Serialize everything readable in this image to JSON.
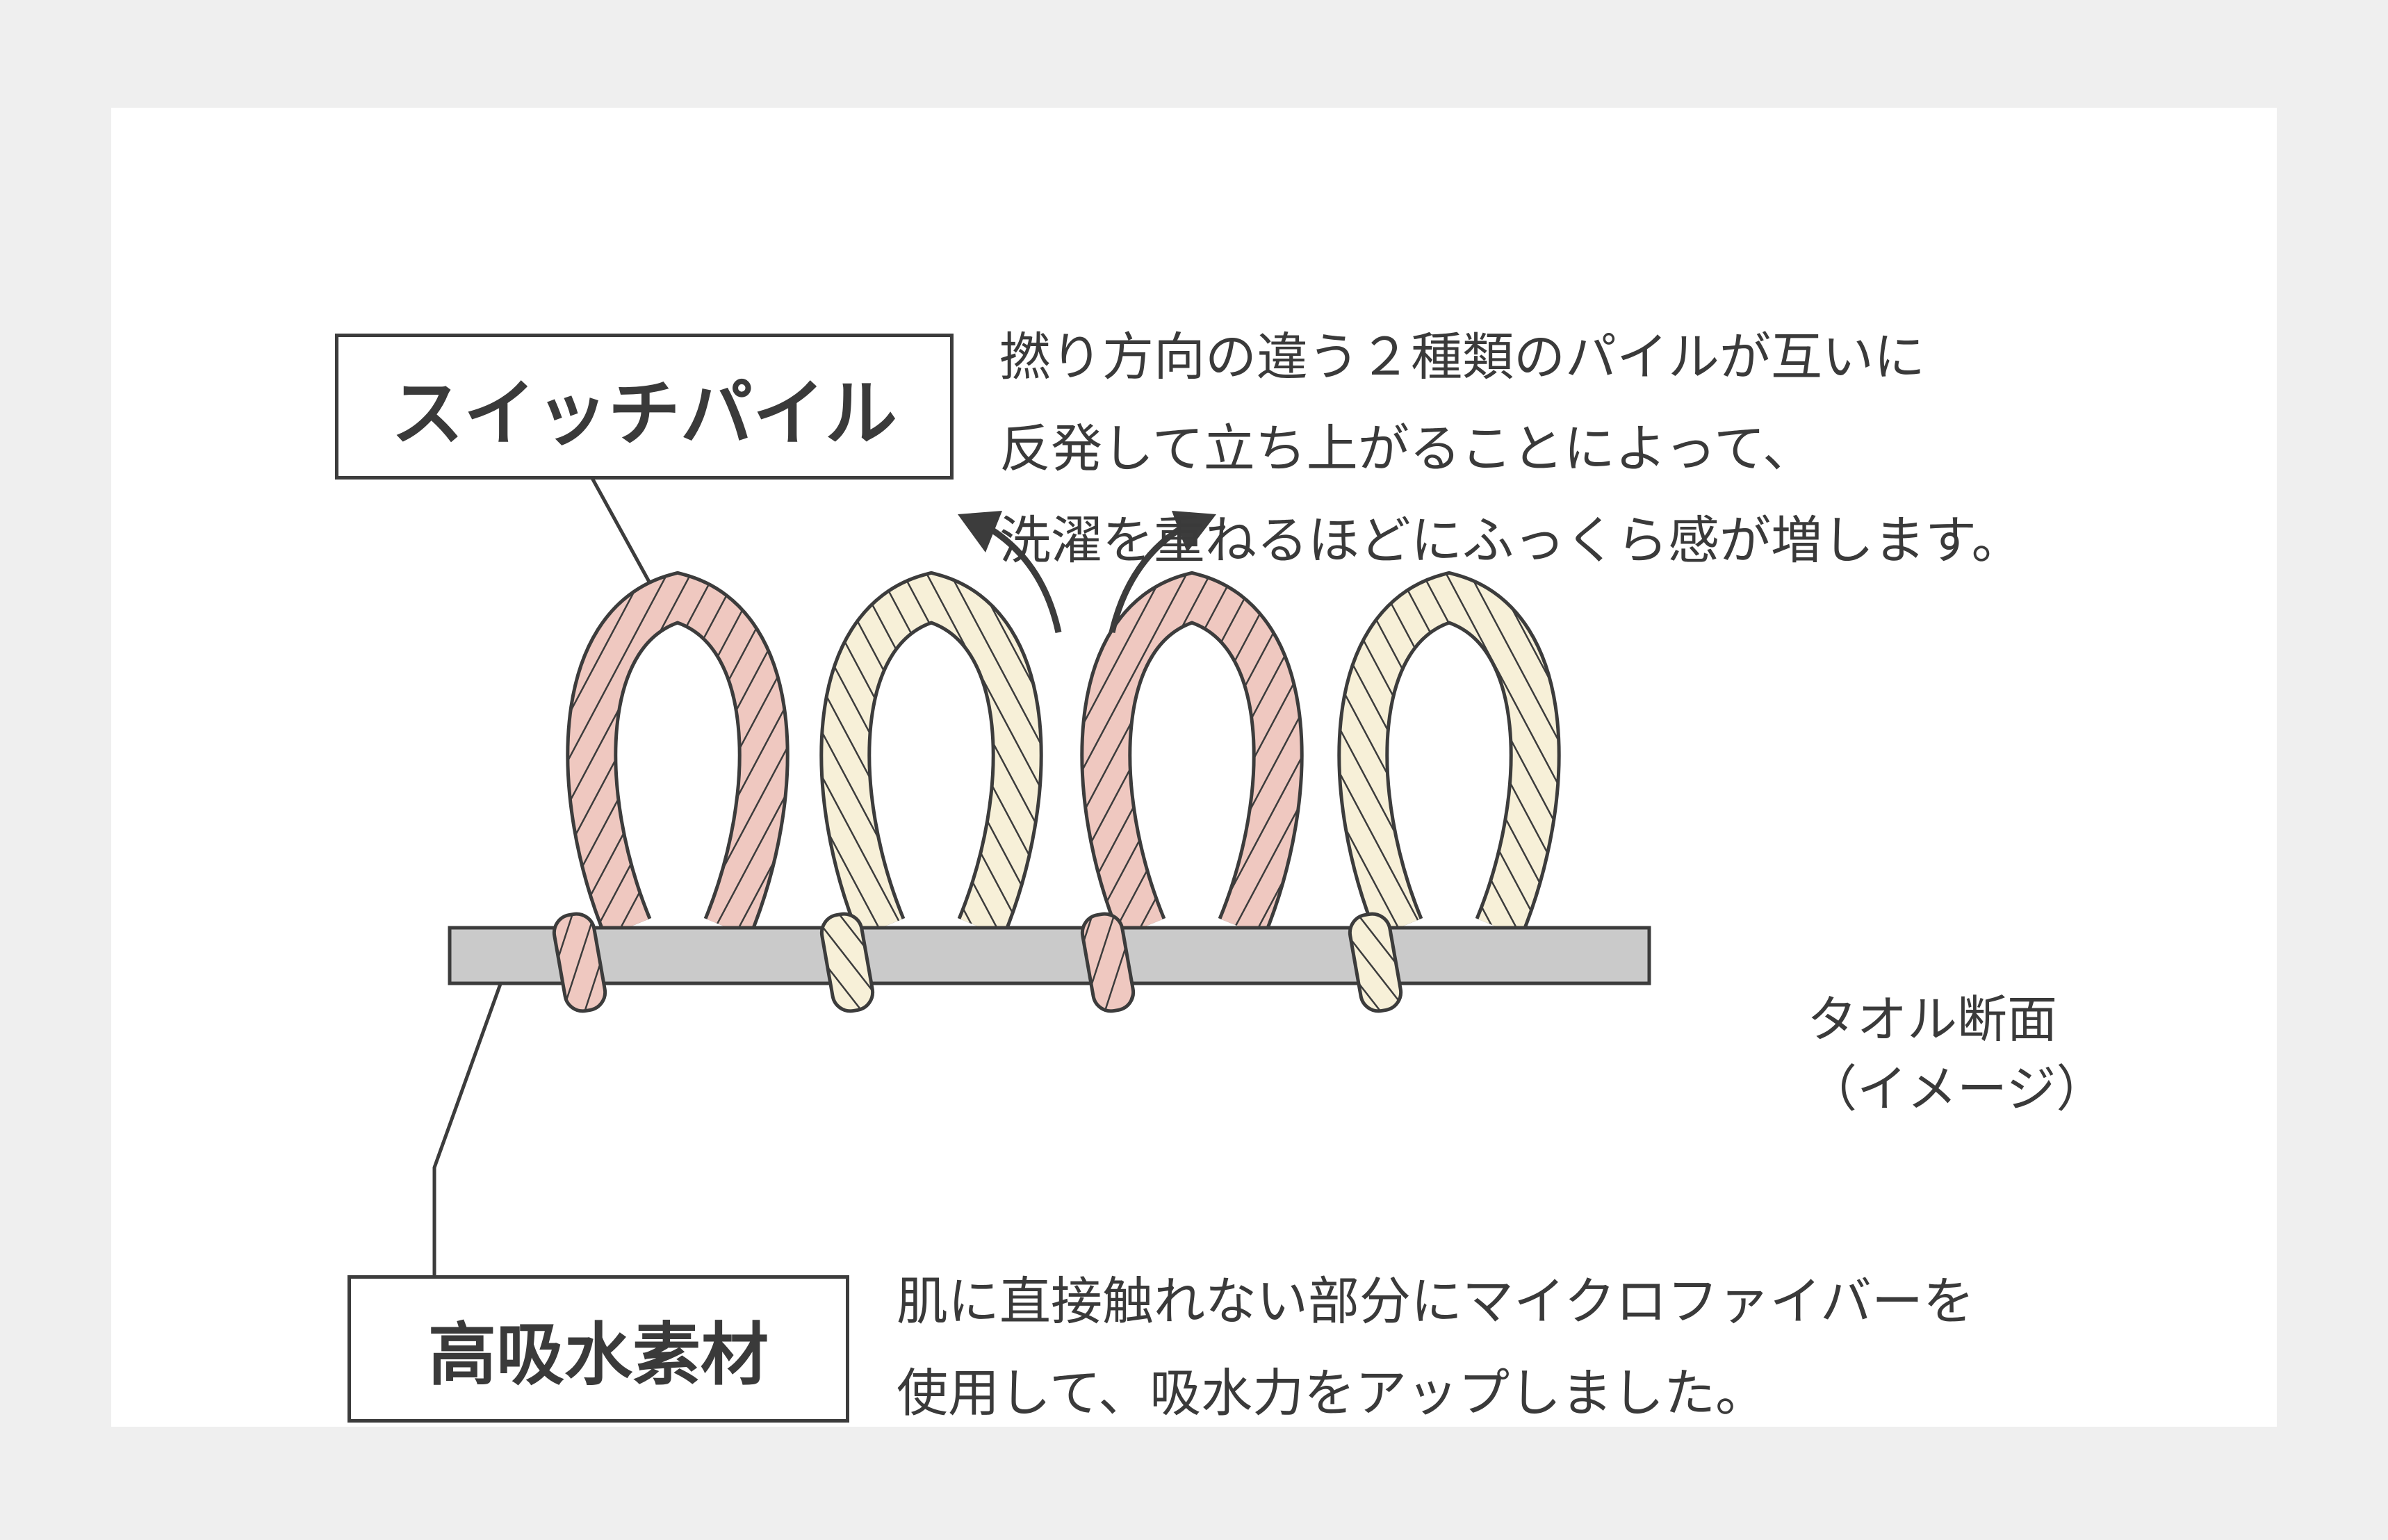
{
  "pile_label": "スイッチパイル",
  "pile_description": [
    "撚り方向の違う２種類のパイルが互いに",
    "反発して立ち上がることによって、",
    "洗濯を重ねるほどにふっくら感が増します。"
  ],
  "material_label": "高吸水素材",
  "material_description": [
    "肌に直接触れない部分にマイクロファイバーを",
    "使用して、吸水力をアップしました。"
  ],
  "section_label": [
    "タオル断面",
    "（イメージ）"
  ],
  "colors": {
    "page_background": "#efefef",
    "card_background": "#ffffff",
    "pink_pile": "#efc8c0",
    "cream_pile": "#f7f0d8",
    "base_layer": "#cacaca",
    "outline": "#3c3c3c"
  },
  "loops": [
    {
      "color": "pink"
    },
    {
      "color": "cream"
    },
    {
      "color": "pink"
    },
    {
      "color": "cream"
    }
  ],
  "anchors": [
    {
      "color": "pink"
    },
    {
      "color": "cream"
    },
    {
      "color": "pink"
    },
    {
      "color": "cream"
    }
  ]
}
